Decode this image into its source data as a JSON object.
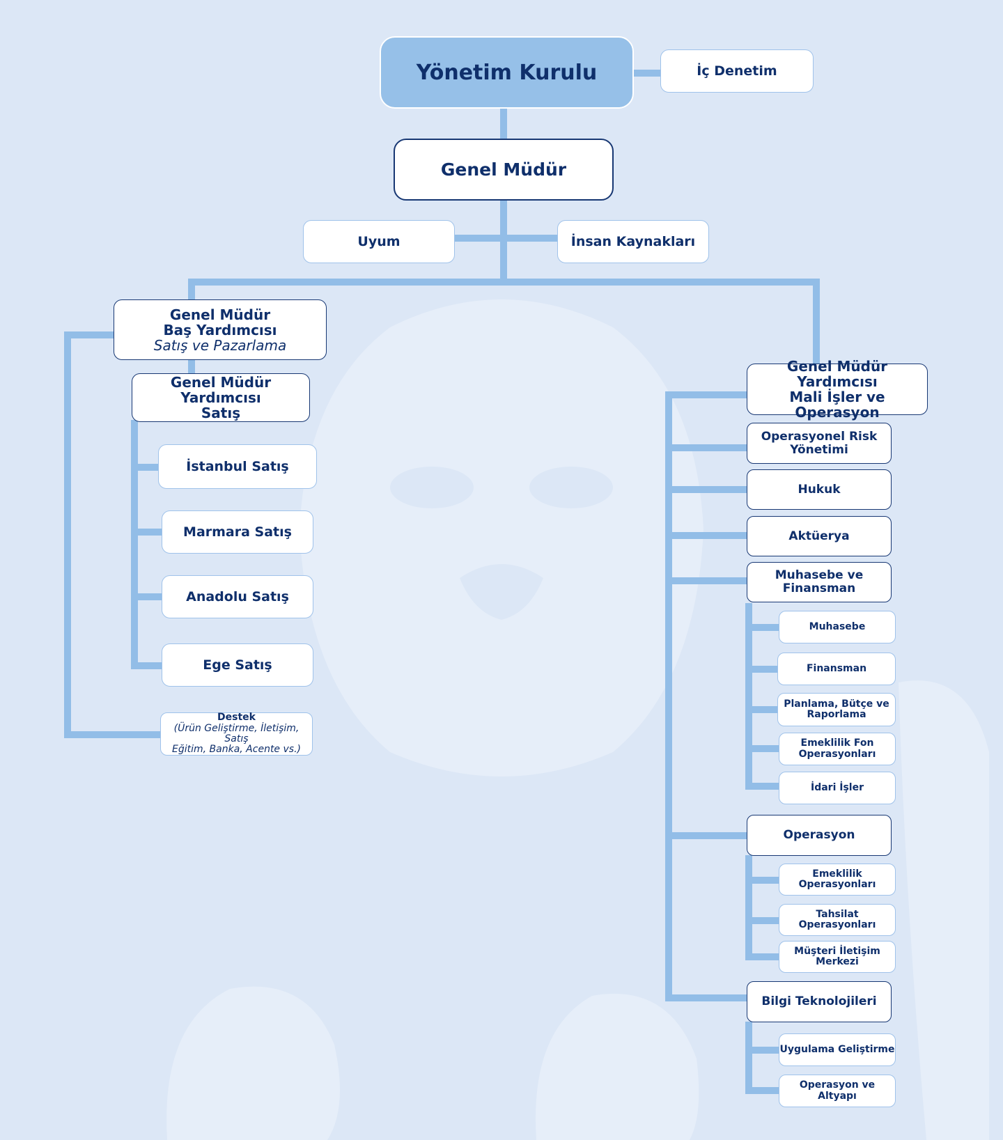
{
  "board": "Yönetim Kurulu",
  "internal_audit": "İç Denetim",
  "ceo": "Genel Müdür",
  "compliance": "Uyum",
  "hr": "İnsan Kaynakları",
  "sales_head": {
    "line1": "Genel Müdür",
    "line2": "Baş Yardımcısı",
    "sub": "Satış ve Pazarlama"
  },
  "sales_vp": {
    "line1": "Genel Müdür Yardımcısı",
    "line2": "Satış"
  },
  "sales_units": [
    "İstanbul Satış",
    "Marmara Satış",
    "Anadolu Satış",
    "Ege Satış"
  ],
  "support": {
    "title": "Destek",
    "line1": "(Ürün Geliştirme, İletişim, Satış",
    "line2": "Eğitim, Banka, Acente vs.)"
  },
  "finance_vp": {
    "line1": "Genel Müdür Yardımcısı",
    "line2": "Mali İşler ve Operasyon"
  },
  "op_risk": {
    "line1": "Operasyonel Risk",
    "line2": "Yönetimi"
  },
  "legal": "Hukuk",
  "actuary": "Aktüerya",
  "accounting_finance": "Muhasebe ve Finansman",
  "accounting_units": [
    {
      "line1": "Muhasebe",
      "line2": ""
    },
    {
      "line1": "Finansman",
      "line2": ""
    },
    {
      "line1": "Planlama, Bütçe ve",
      "line2": "Raporlama"
    },
    {
      "line1": "Emeklilik Fon",
      "line2": "Operasyonları"
    },
    {
      "line1": "İdari İşler",
      "line2": ""
    }
  ],
  "operations": "Operasyon",
  "operations_units": [
    "Emeklilik Operasyonları",
    "Tahsilat Operasyonları",
    "Müşteri İletişim Merkezi"
  ],
  "it": "Bilgi Teknolojileri",
  "it_units": [
    "Uygulama Geliştirme",
    "Operasyon ve Altyapı"
  ],
  "colors": {
    "background": "#dce7f6",
    "connector": "#92bde7",
    "board_fill": "#96c0e8",
    "text": "#0f2f6b",
    "border": "#173773"
  }
}
